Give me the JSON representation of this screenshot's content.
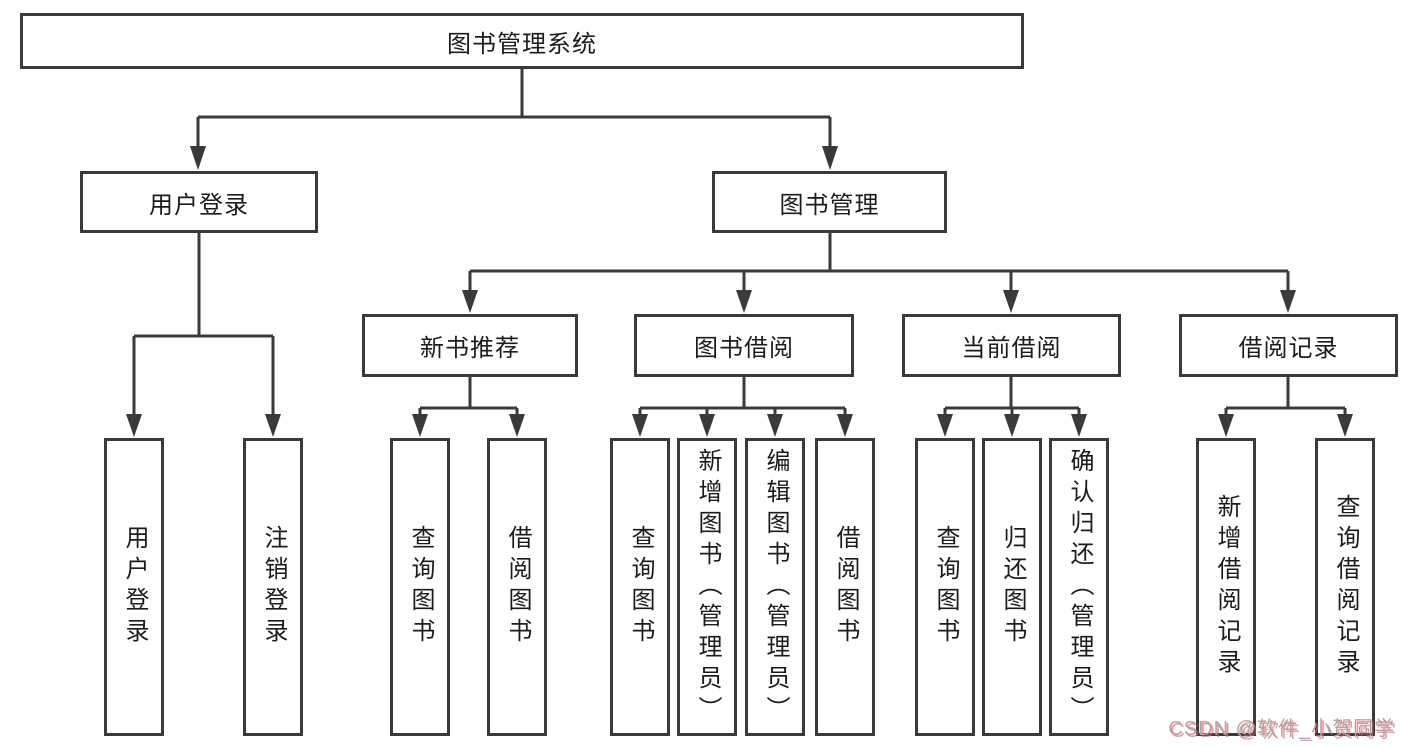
{
  "diagram": {
    "root": {
      "label": "图书管理系统"
    },
    "level2": [
      {
        "label": "用户登录"
      },
      {
        "label": "图书管理"
      }
    ],
    "level3": [
      {
        "label": "新书推荐"
      },
      {
        "label": "图书借阅"
      },
      {
        "label": "当前借阅"
      },
      {
        "label": "借阅记录"
      }
    ],
    "leaves": [
      {
        "label": "用户登录"
      },
      {
        "label": "注销登录"
      },
      {
        "label": "查询图书"
      },
      {
        "label": "借阅图书"
      },
      {
        "label": "查询图书"
      },
      {
        "label": "新增图书（管理员）"
      },
      {
        "label": "编辑图书（管理员）"
      },
      {
        "label": "借阅图书"
      },
      {
        "label": "查询图书"
      },
      {
        "label": "归还图书"
      },
      {
        "label": "确认归还（管理员）"
      },
      {
        "label": "新增借阅记录"
      },
      {
        "label": "查询借阅记录"
      }
    ]
  },
  "watermark": {
    "text": "CSDN @软件_小贺同学"
  },
  "colors": {
    "line": "#3a3a3a",
    "text": "#1c1c1c",
    "background": "#ffffff",
    "watermark_gray": "#a8a8a8",
    "watermark_red": "#f05a5a"
  }
}
